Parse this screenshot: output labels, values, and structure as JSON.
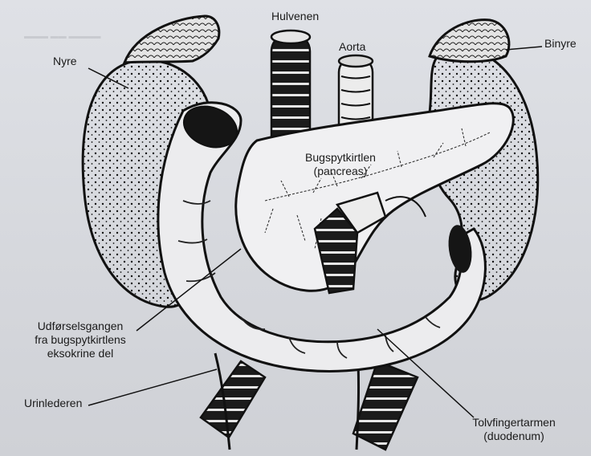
{
  "labels": {
    "hulvenen": "Hulvenen",
    "aorta": "Aorta",
    "nyre": "Nyre",
    "binyre": "Binyre",
    "bugspyt_line1": "Bugspytkirtlen",
    "bugspyt_line2": "(pancreas)",
    "udforsel_line1": "Udførselsgangen",
    "udforsel_line2": "fra bugspytkirtlens",
    "udforsel_line3": "eksokrine del",
    "urinlederen": "Urinlederen",
    "tolv_line1": "Tolvfingertarmen",
    "tolv_line2": "(duodenum)"
  },
  "colors": {
    "paper": "#d9dbe0",
    "ink": "#1a1a1a",
    "fill_white": "#e9eaee"
  }
}
